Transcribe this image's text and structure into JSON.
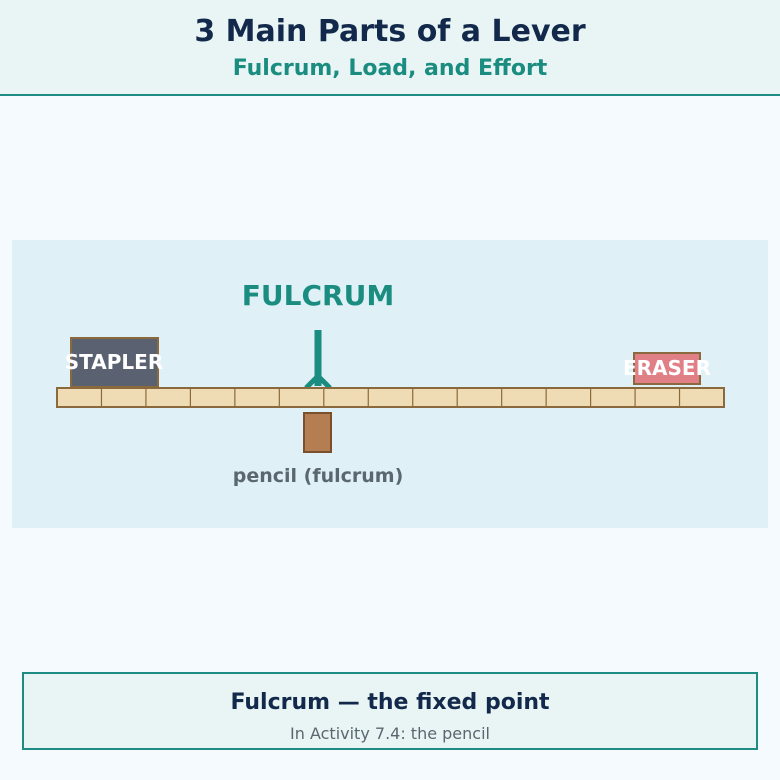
{
  "header": {
    "title": "3 Main Parts of a Lever",
    "subtitle": "Fulcrum, Load, and Effort"
  },
  "diagram": {
    "fulcrum_label": "FULCRUM",
    "stapler_label": "STAPLER",
    "eraser_label": "ERASER",
    "pencil_label": "pencil (fulcrum)",
    "ruler_segments": 15,
    "colors": {
      "accent": "#1a8d80",
      "ruler_fill": "#efdcb4",
      "ruler_stroke": "#8a6a3c",
      "stapler": "#5a6170",
      "eraser": "#e07f86",
      "pencil": "#b47e52"
    }
  },
  "caption": {
    "title": "Fulcrum — the fixed point",
    "subtitle": "In Activity 7.4: the pencil"
  }
}
